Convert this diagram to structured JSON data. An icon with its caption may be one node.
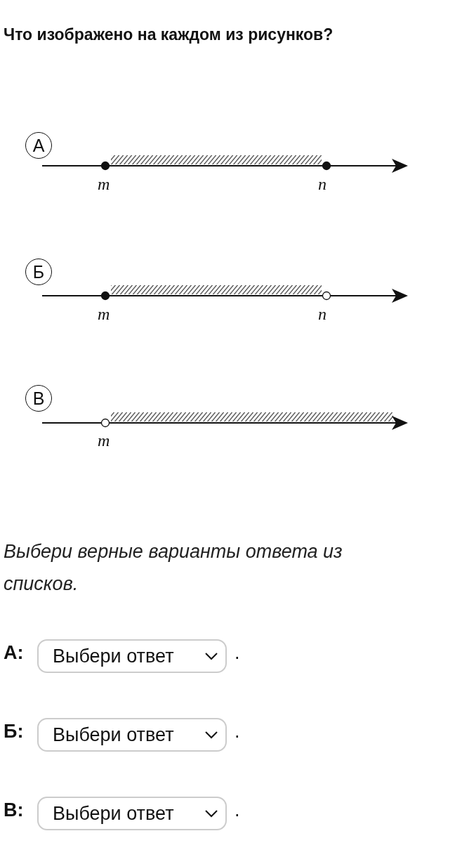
{
  "diagram": {
    "title": "Что изображено на каждом из рисунков?",
    "labels": [
      "А",
      "m",
      "n",
      "Б",
      "m",
      "n",
      "В",
      "m",
      "Выбери верные варианты ответа из списков.",
      "А:",
      "Выбери ответ",
      ".",
      "Б:",
      "Выбери ответ",
      ".",
      "В:",
      "Выбери ответ",
      "."
    ]
  }
}
